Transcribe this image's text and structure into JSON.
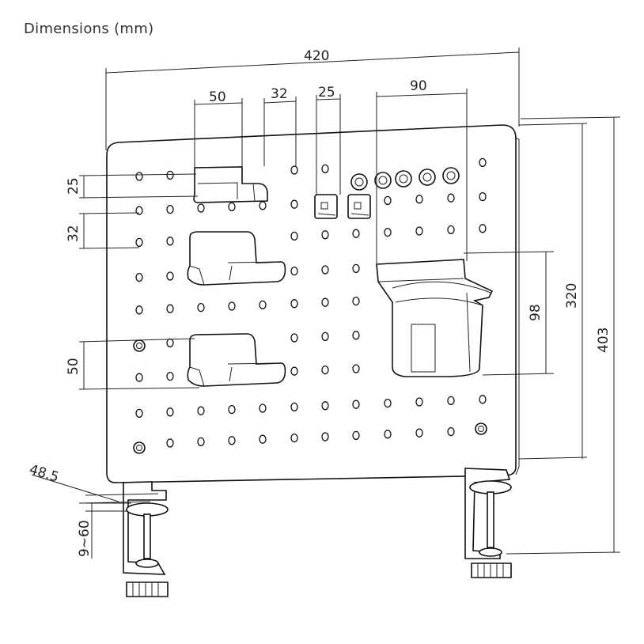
{
  "title": "Dimensions (mm)",
  "dimensions": {
    "overall_width": "420",
    "shelf_width": "50",
    "hole_spacing_h": "32",
    "hook_width": "25",
    "cup_holder_width": "90",
    "row_spacing_small": "25",
    "hole_spacing_v": "32",
    "shelf_depth": "50",
    "cup_holder_height": "98",
    "panel_height": "320",
    "overall_height": "403",
    "clamp_depth": "48.5",
    "clamp_range": "9~60"
  },
  "colors": {
    "line": "#111111",
    "background": "#ffffff"
  }
}
